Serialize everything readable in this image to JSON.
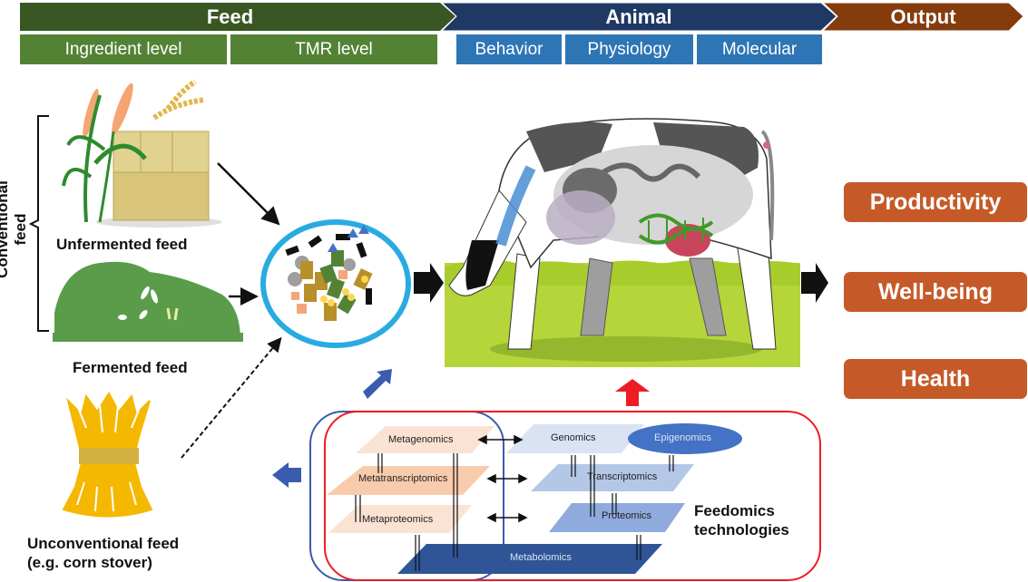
{
  "header": {
    "stages": [
      {
        "label": "Feed",
        "color": "#385723"
      },
      {
        "label": "Animal",
        "color": "#1f3864"
      },
      {
        "label": "Output",
        "color": "#843c0c"
      }
    ],
    "feed_levels": [
      "Ingredient level",
      "TMR level"
    ],
    "animal_levels": [
      "Behavior",
      "Physiology",
      "Molecular"
    ]
  },
  "feeds": {
    "group_label": "Conventional feed",
    "unfermented": "Unfermented feed",
    "fermented": "Fermented feed",
    "unconventional_line1": "Unconventional feed",
    "unconventional_line2": "(e.g. corn stover)"
  },
  "outputs": [
    "Productivity",
    "Well-being",
    "Health"
  ],
  "feedomics": {
    "title_line1": "Feedomics",
    "title_line2": "technologies",
    "microbial_layers": [
      "Metagenomics",
      "Metatranscriptomics",
      "Metaproteomics"
    ],
    "host_layers": [
      "Genomics",
      "Transcriptomics",
      "Proteomics"
    ],
    "epigenomics": "Epigenomics",
    "base_layer": "Metabolomics"
  },
  "colors": {
    "mix_ring": "#29abe2",
    "output_box": "#c55a28",
    "microbe_layer": "#f8cbad",
    "host_layer_light": "#dae3f3",
    "host_layer_mid": "#b4c7e7",
    "host_layer_dark": "#8faadc",
    "metabolomics": "#2f5597",
    "feedback_blue": "#3a5bb0",
    "feedback_red": "#ee1c24"
  }
}
